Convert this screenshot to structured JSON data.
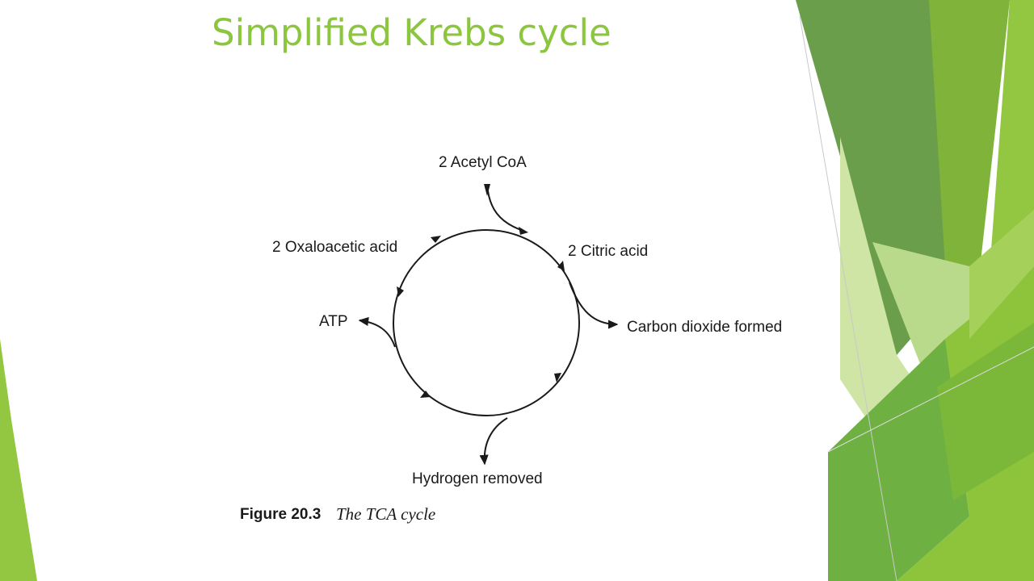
{
  "slide": {
    "title": "Simplified Krebs cycle",
    "accent_color": "#8cc63f"
  },
  "diagram": {
    "nodes": {
      "acetyl_coa": "2 Acetyl CoA",
      "citric_acid": "2 Citric acid",
      "carbon_dioxide": "Carbon dioxide formed",
      "hydrogen": "Hydrogen removed",
      "atp": "ATP",
      "oxaloacetic_acid": "2 Oxaloacetic acid"
    },
    "caption": {
      "figure_number": "Figure 20.3",
      "figure_title": "The TCA cycle"
    }
  }
}
